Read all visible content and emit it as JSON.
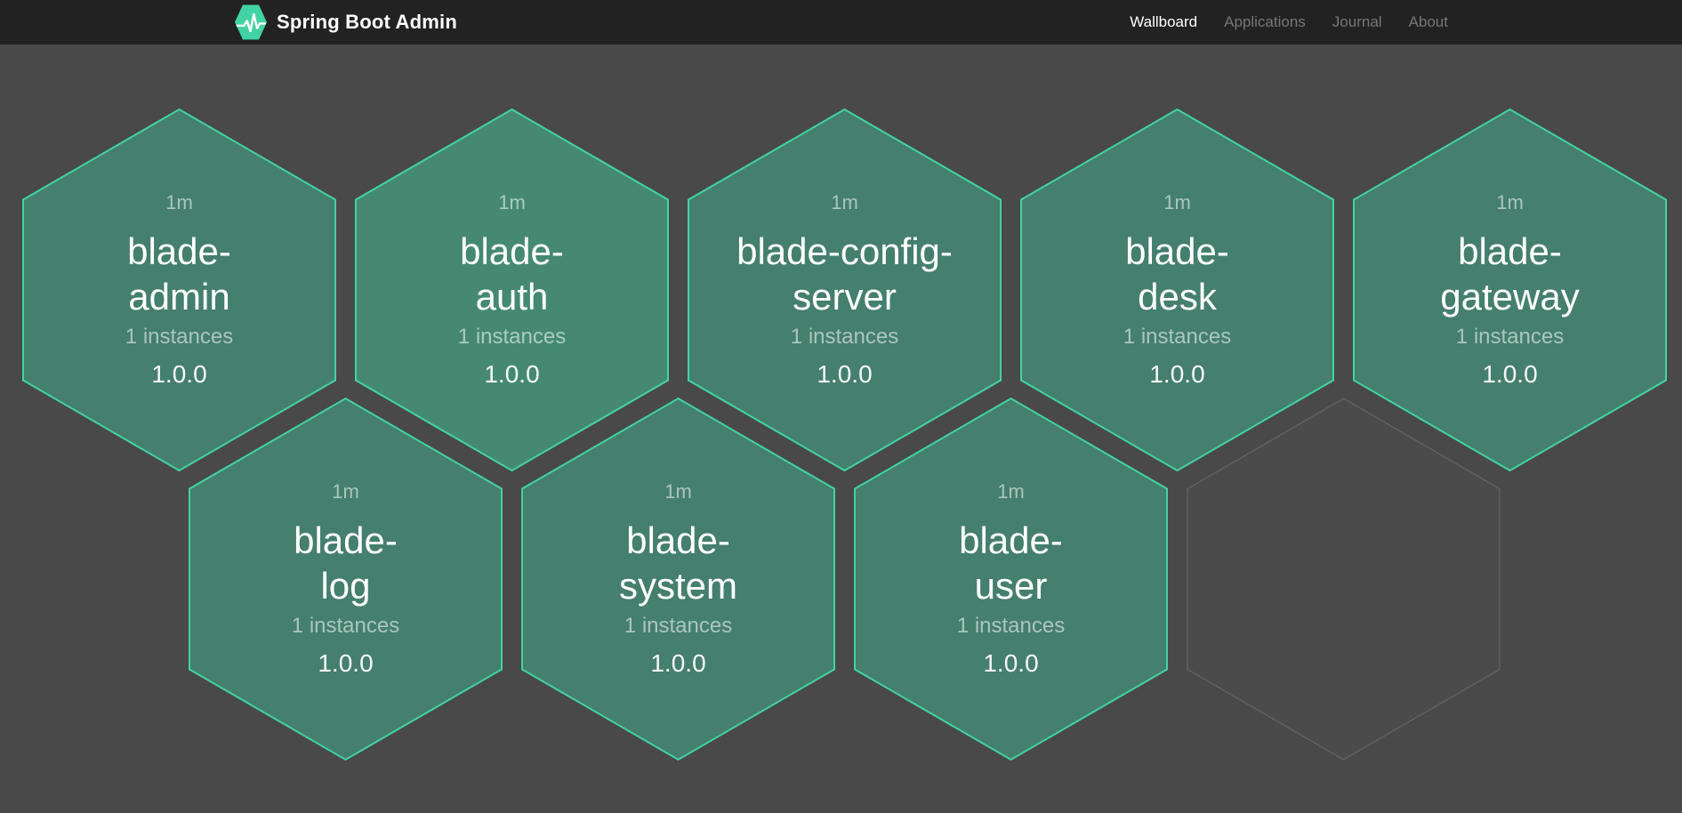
{
  "navbar": {
    "brand": "Spring Boot Admin",
    "logo_icon": "pulse-hexagon-logo",
    "items": [
      {
        "label": "Wallboard",
        "active": true
      },
      {
        "label": "Applications",
        "active": false
      },
      {
        "label": "Journal",
        "active": false
      },
      {
        "label": "About",
        "active": false
      }
    ]
  },
  "wallboard": {
    "applications": [
      {
        "name": "blade-\nadmin",
        "uptime": "1m",
        "instances": "1 instances",
        "version": "1.0.0"
      },
      {
        "name": "blade-\nauth",
        "uptime": "1m",
        "instances": "1 instances",
        "version": "1.0.0"
      },
      {
        "name": "blade-config-\nserver",
        "uptime": "1m",
        "instances": "1 instances",
        "version": "1.0.0"
      },
      {
        "name": "blade-\ndesk",
        "uptime": "1m",
        "instances": "1 instances",
        "version": "1.0.0"
      },
      {
        "name": "blade-\ngateway",
        "uptime": "1m",
        "instances": "1 instances",
        "version": "1.0.0"
      },
      {
        "name": "blade-\nlog",
        "uptime": "1m",
        "instances": "1 instances",
        "version": "1.0.0"
      },
      {
        "name": "blade-\nsystem",
        "uptime": "1m",
        "instances": "1 instances",
        "version": "1.0.0"
      },
      {
        "name": "blade-\nuser",
        "uptime": "1m",
        "instances": "1 instances",
        "version": "1.0.0"
      }
    ],
    "empty_placeholder": true
  },
  "colors": {
    "brand_green": "#42d3a4",
    "navbar_bg": "#222222",
    "page_bg": "#494949",
    "hex_fill": "rgba(66,211,164,0.40)",
    "hex_stroke": "#42d3a4",
    "ghost_stroke": "rgba(255,255,255,0.13)"
  }
}
